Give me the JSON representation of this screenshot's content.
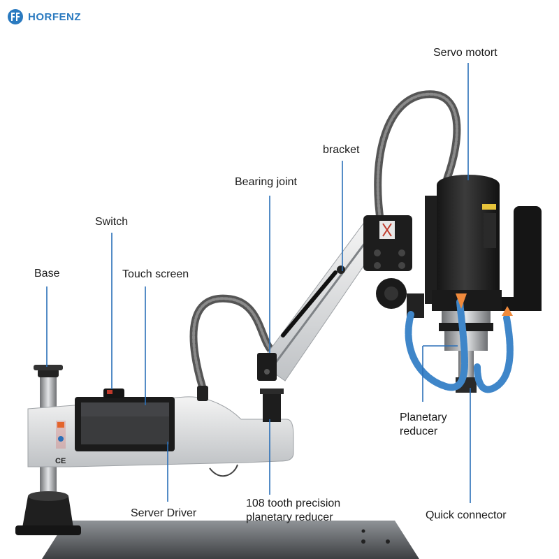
{
  "brand": {
    "name": "HORFENZ"
  },
  "labels": {
    "servo_motor": "Servo motort",
    "bracket": "bracket",
    "bearing_joint": "Bearing joint",
    "switch": "Switch",
    "touch_screen": "Touch screen",
    "base": "Base",
    "planetary_reducer": "Planetary reducer",
    "server_driver": "Server Driver",
    "gear_reducer": "108 tooth precision planetary reducer",
    "quick_connector": "Quick connector"
  },
  "machine": {
    "ce_mark": "CE"
  },
  "colors": {
    "leader": "#2a6fb8",
    "brand": "#2a7ac0",
    "coolant_hose": "#3f86c9",
    "nozzle": "#f08a3c"
  }
}
